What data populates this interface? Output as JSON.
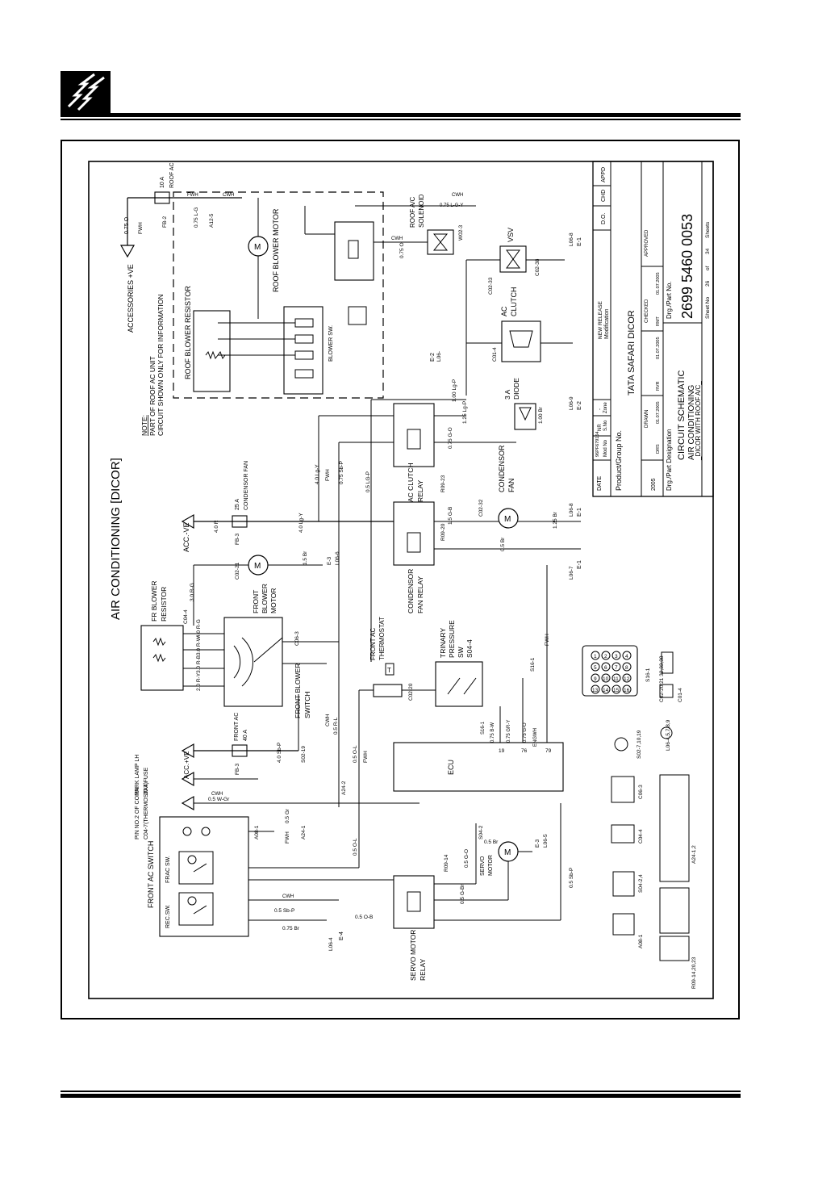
{
  "header": {
    "logo_icon": "lightning-bolt-icon"
  },
  "diagram": {
    "title": "AIR CONDITIONING [DICOR]",
    "note": [
      "NOTE:",
      "PART OF ROOF AC UNIT",
      "CIRCUIT SHOWN ONLY FOR INFORMATION"
    ],
    "components": {
      "accessories": "ACCESSORIES +VE",
      "roof_ac_fuse": [
        "10 A",
        "ROOF AC"
      ],
      "roof_blower_motor": "ROOF BLOWER MOTOR",
      "roof_blower_resistor": "ROOF BLOWER RESISTOR",
      "blower_sw": "BLOWER SW.",
      "roof_ac_solenoid": [
        "ROOF A/C",
        "SOLENOID"
      ],
      "vsv": "VSV",
      "ac_clutch": [
        "AC",
        "CLUTCH"
      ],
      "diode": [
        "3 A",
        "DIODE"
      ],
      "ac_clutch_relay": [
        "AC CLUTCH",
        "RELAY"
      ],
      "condensor_fan": [
        "CONDENSOR",
        "FAN"
      ],
      "condensor_fan_fuse": [
        "25 A",
        "CONDENSOR FAN"
      ],
      "condensor_fan_relay": [
        "CONDENSOR",
        "FAN RELAY"
      ],
      "acc_ve_top": "ACC.-VE",
      "fr_blower_resistor": [
        "FR BLOWER",
        "RESISTOR"
      ],
      "front_blower_motor": [
        "FRONT",
        "BLOWER",
        "MOTOR"
      ],
      "front_blower_switch": [
        "FRONT BLOWER",
        "SWITCH"
      ],
      "front_ac_fuse": [
        "FRONT AC",
        "40 A"
      ],
      "acc_ve_mid": "ACC.+VE",
      "park_lamp": [
        "PARK LAMP LH",
        "10 A FUSE"
      ],
      "pin_no2": [
        "PIN NO.2 OF CONN.",
        "C04-7(THERMOSTAT)"
      ],
      "trinary": [
        "TRINARY",
        "PRESSURE",
        "SW",
        "S04-4"
      ],
      "thermostat": [
        "FRONT AC",
        "THERMOSTAT"
      ],
      "ecu": "ECU",
      "front_ac_switch": "FRONT AC SWITCH",
      "frac_sw": "FRAC SW.",
      "rec_sw": "REC.SW.",
      "servo_motor": [
        "SERVO",
        "MOTOR"
      ],
      "servo_motor_relay": [
        "SERVO MOTOR",
        "RELAY"
      ]
    },
    "wires": {
      "w_075_0": "0.75 O",
      "w_fwh": "FWH",
      "w_cwh": "CWH",
      "w_075_lg": "0.75 L-G",
      "w_075_o": "0.75 O",
      "w_075_lgy": "0.75 L-G-Y",
      "w_40_lgy": "4.0 Lg-Y",
      "w_075_sbp": "0.75 Sb-P",
      "w_05_lgp": "0.5 LG-P",
      "w_100_lgp": "1.00 Lg-P",
      "w_125_lgp": "1.25 Lg-P",
      "w_100_br": "1.00 Br",
      "w_075_go": "0.75 G-O",
      "w_15_gb": "1.5 G-B",
      "w_125_br": "1.25 Br",
      "w_05_br": "0.5 Br",
      "w_40_r": "4.0 R",
      "w_40_lgy2": "4.0 Lg-Y",
      "w_30_rg": "3.0 R-G",
      "w_15_br": "1.5 Br",
      "w_40_rg": "4.0 R-G",
      "w_30_rw": "3.0 R-W",
      "w_30_rb": "3.0 R-B",
      "w_20_ry": "2.0 R-Y",
      "w_40_sbp": "4.0 Sb-P",
      "w_05_rl": "0.5 R-L",
      "w_05_ol": "0.5 O-L",
      "w_05_gr": "0.5 Gr",
      "w_05_wgr": "0.5 W-Gr",
      "w_05_br2": "0.5 Br",
      "w_05_gbr": "0.5 G-Br",
      "w_05_sbp": "0.5 Sb-P",
      "w_05_ob": "0.5 O-B",
      "w_075_br": "0.75 Br",
      "w_075_bw": "0.75 B-W",
      "w_075_gry": "0.75 GR-Y",
      "w_05_go": "0.5 G-O",
      "w_eng": "ENGWH"
    },
    "connectors": {
      "fb2": "FB-2",
      "a12_5": "A12-5",
      "w02_3": "W02-3",
      "c02_33": "C02-33",
      "c02_38": "C02-38",
      "l06_8": "L06-8",
      "e1": "E-1",
      "c01_4": "C01-4",
      "e2": "E-2",
      "l06_": "L06-",
      "c02_36": "C02-36",
      "l06_9": "L06-9",
      "r09_23": "R09-23",
      "r09_20": "R09-20",
      "c02_32": "C02-32",
      "fb3": "FB-3",
      "c02_21": "C02-21",
      "e3": "E-3",
      "l06_6": "L06-6",
      "l06_7": "L06-7",
      "c04_4": "C04-4",
      "c06_3": "C06-3",
      "s02_19": "S02-19",
      "c02_20": "C02-20",
      "s16_1": "S16-1",
      "a24_2": "A24-2",
      "a24_1": "A24-1",
      "a08_1": "A08-1",
      "s04_2": "S04-2",
      "r09_14": "R09-14",
      "l06_5": "L06-5",
      "l06_4": "L06-4",
      "e4": "E-4",
      "ecu19": "19",
      "ecu76": "76",
      "ecu79": "79"
    },
    "connector_views": {
      "c02": "C02-20,21 32,33,38",
      "s16": "S16-1",
      "c01": "C01-4",
      "s02": "S02-7,10,19",
      "l06": "L06-4,5,7,8,9",
      "c06": "C06-3",
      "c04": "C04-4",
      "a24": "A24-1,2",
      "s04": "S04-2,4",
      "a08": "A08-1",
      "r09": "R09-14,20,23",
      "c02_pins": [
        "1",
        "2",
        "3",
        "4",
        "5",
        "6",
        "7",
        "8",
        "9",
        "10",
        "11",
        "12",
        "13",
        "14",
        "15",
        "16"
      ]
    },
    "title_block": {
      "date": "DATE",
      "mod_no": "Mod No",
      "mod_val": "96PF679164",
      "nr": "NR",
      "s_no": "S.No",
      "zone": "Zone",
      "dash": "-",
      "new_release": "NEW RELEASE",
      "modification": "Modification",
      "do": "D.O.",
      "chd": "CHD",
      "appd": "APPD",
      "product_group": "Product/Group No.",
      "product": "TATA SAFARI DICOR",
      "year": "2005",
      "drawn": "DRAWN",
      "checked": "CHECKED",
      "approved": "APPROVED",
      "drs": "DRS",
      "rvr": "RVR",
      "rmt": "RMT",
      "date1": "01.07.2005",
      "date2": "01.07.2005",
      "date3": "01.07.2005",
      "drg_part_designation": "Drg./Part Designation",
      "designation1": "CIRCUIT SCHEMATIC",
      "designation2": "AIR CONDITIONING",
      "designation3": "_DICOR WITH ROOF A/C_",
      "drg_part_no": "Drg./Part No.",
      "part_no": "2699 5460 0053",
      "sheet_no": "Sheet No",
      "sheet": "26",
      "of": "of",
      "sheets": "34",
      "sheets_lbl": "Sheets"
    }
  }
}
